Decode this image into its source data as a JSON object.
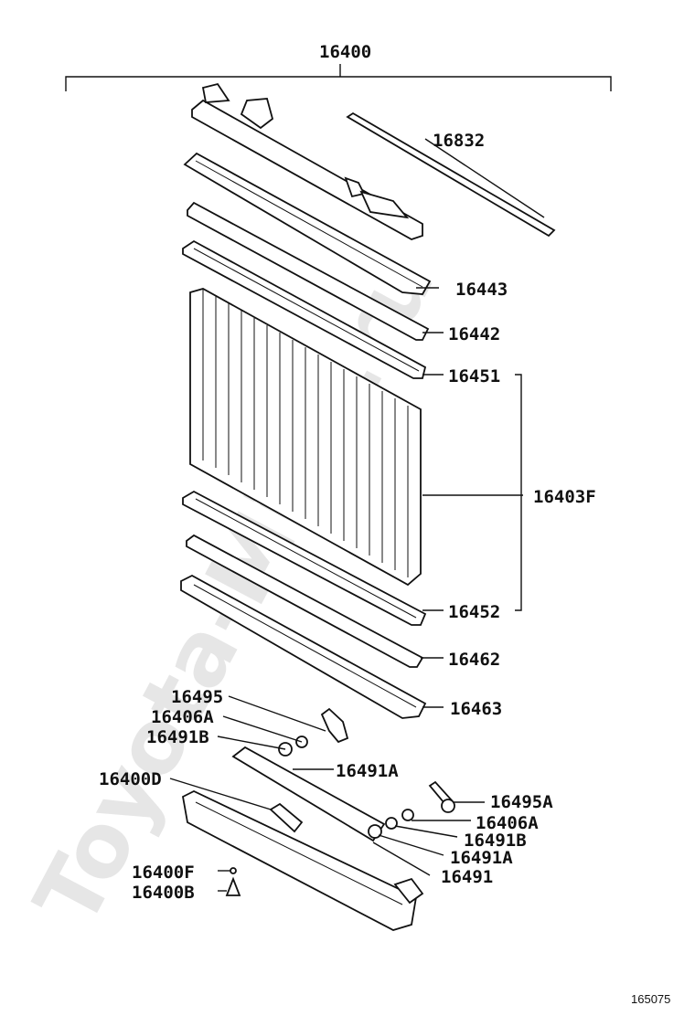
{
  "watermark": "Toyota-Mine.ru",
  "figure_number": "165075",
  "labels": {
    "p16400": "16400",
    "p16832": "16832",
    "p16443": "16443",
    "p16442": "16442",
    "p16451": "16451",
    "p16403F": "16403F",
    "p16452": "16452",
    "p16462": "16462",
    "p16463": "16463",
    "p16495": "16495",
    "p16406A_l": "16406A",
    "p16491B_l": "16491B",
    "p16491A_l": "16491A",
    "p16400D": "16400D",
    "p16495A": "16495A",
    "p16406A_r": "16406A",
    "p16491B_r": "16491B",
    "p16491A_r": "16491A",
    "p16491": "16491",
    "p16400F": "16400F",
    "p16400B": "16400B"
  }
}
